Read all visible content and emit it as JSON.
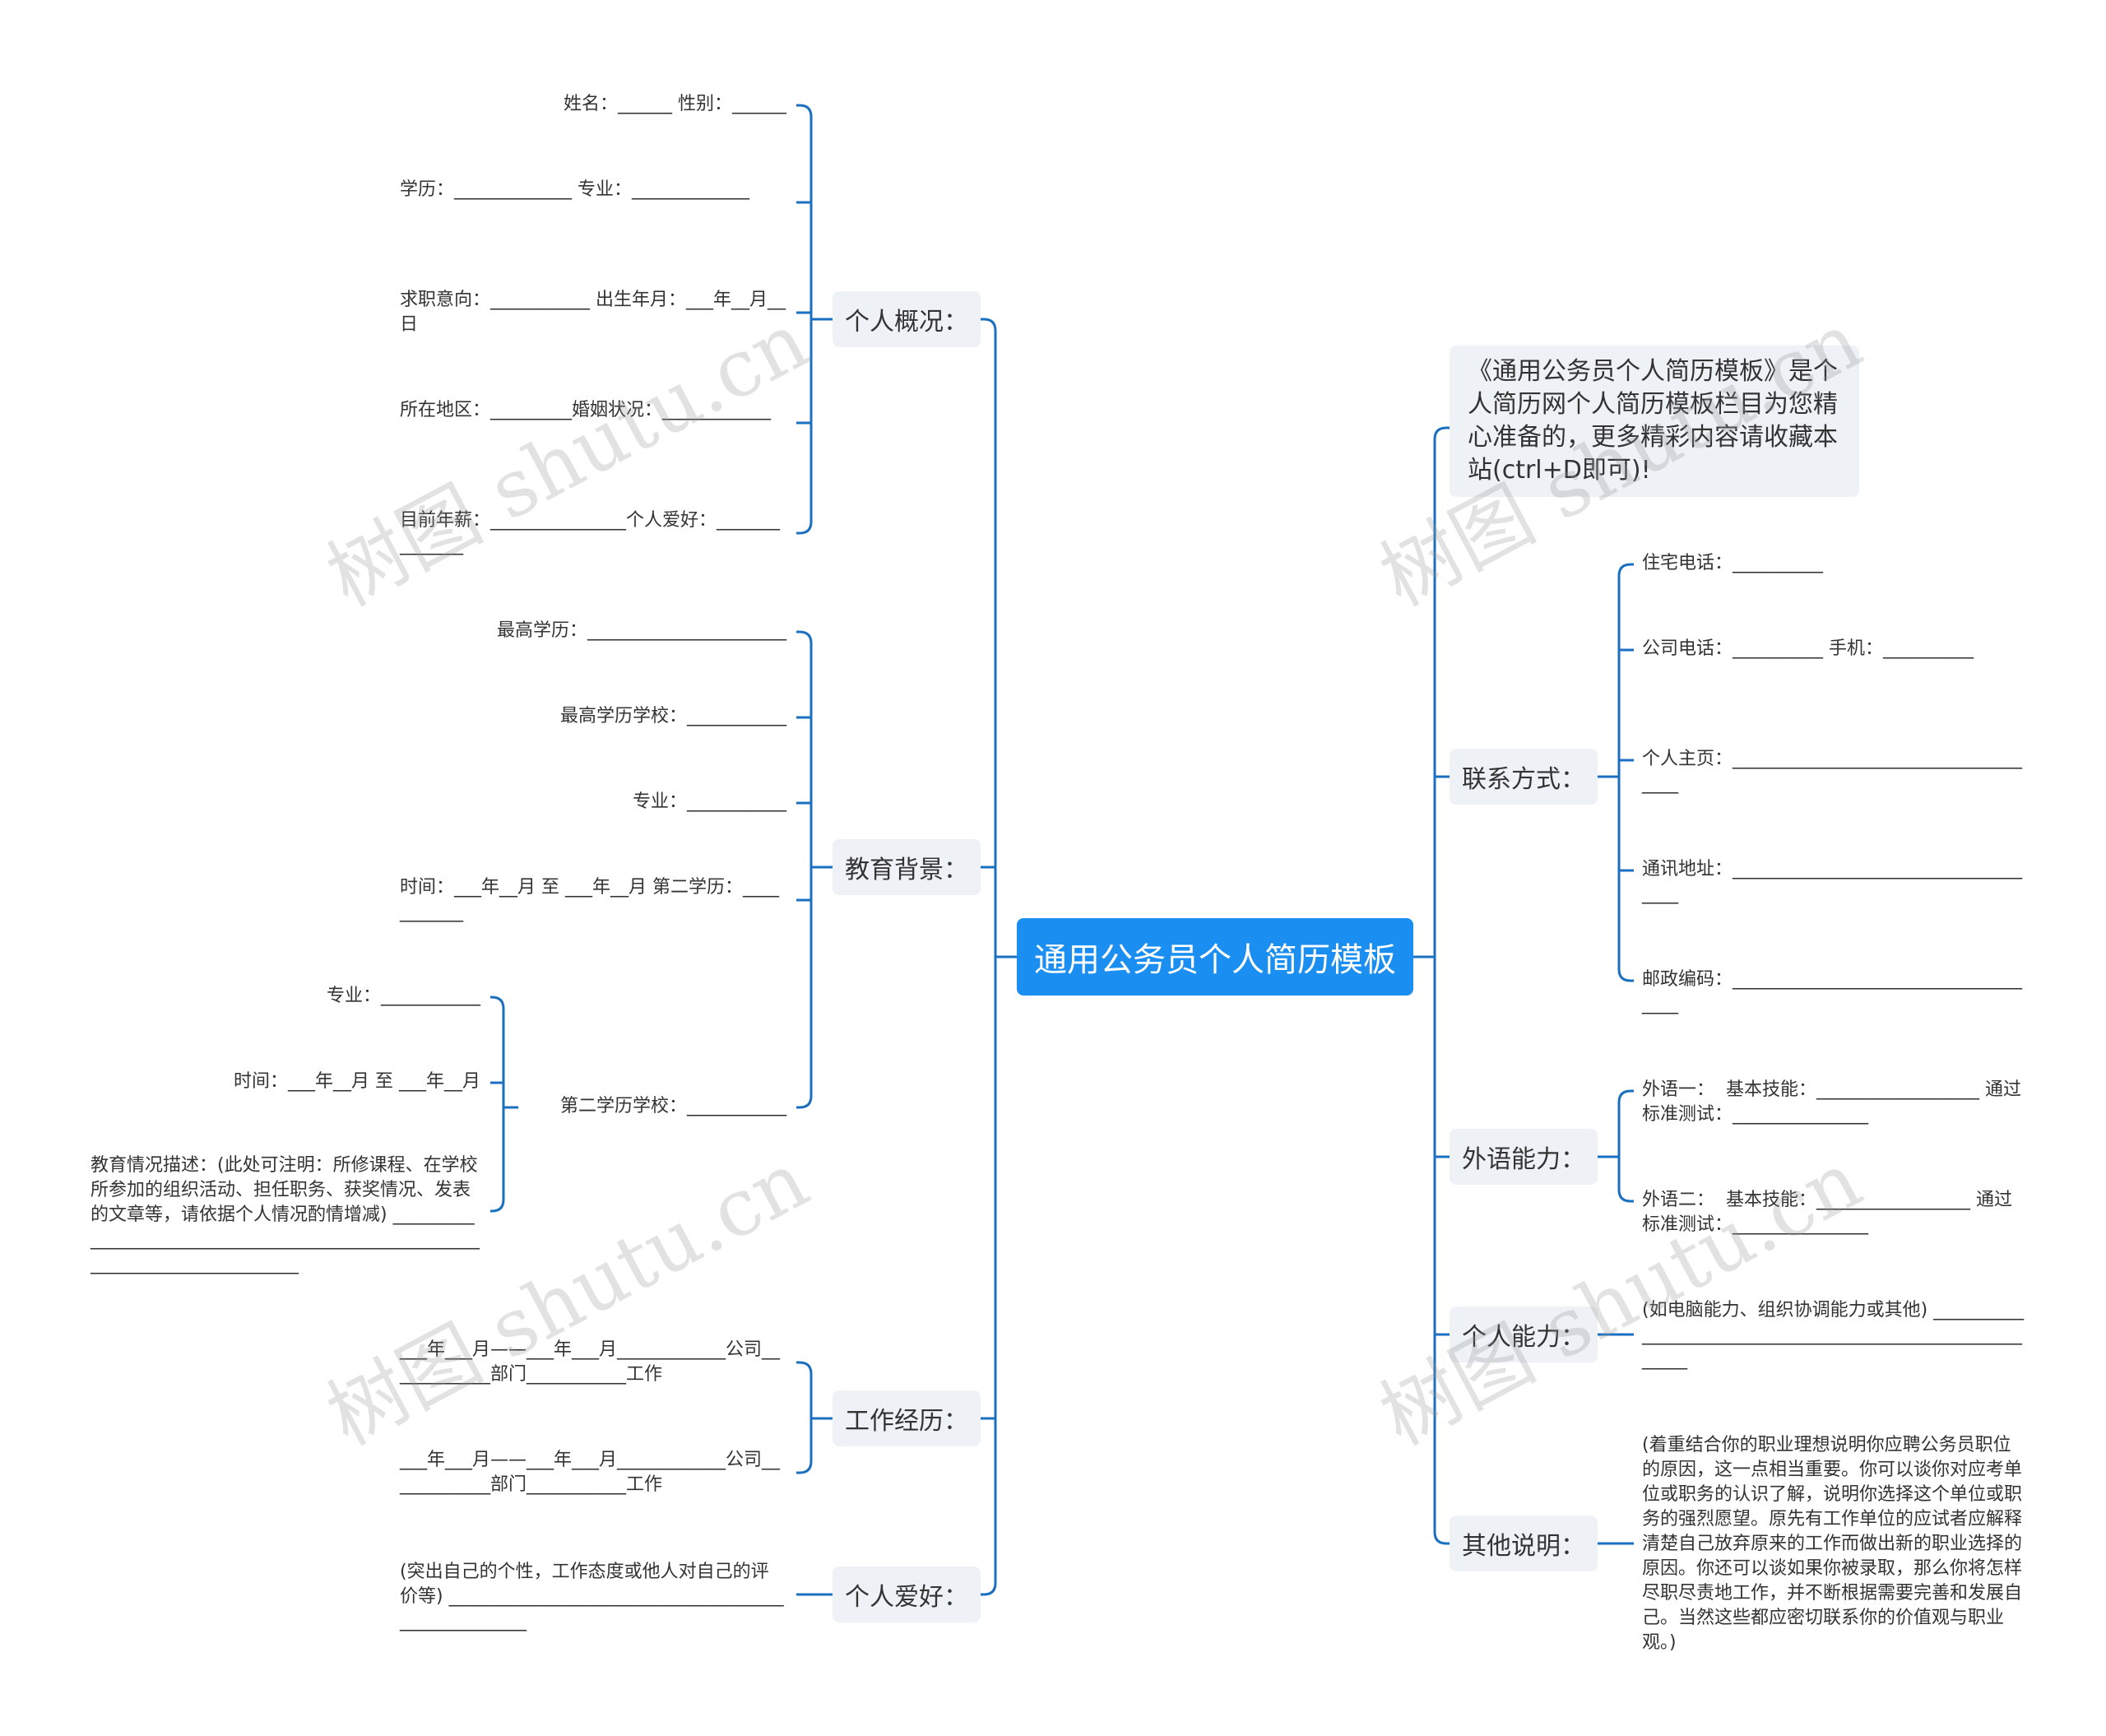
{
  "root": {
    "label": "通用公务员个人简历模板"
  },
  "left": [
    {
      "label": "个人概况：",
      "leaves": [
        "姓名：______ 性别：______",
        "学历：_____________ 专业：_____________",
        "求职意向：___________ 出生年月：___年__月__日",
        "所在地区：_________婚姻状况：____________",
        "目前年薪：_______________个人爱好：______________"
      ]
    },
    {
      "label": "教育背景：",
      "leaves": [
        "最高学历：______________________",
        "最高学历学校：___________",
        "专业：___________",
        "时间：___年__月 至 ___年__月 第二学历：___________",
        "第二学历学校：___________"
      ],
      "sub": {
        "parent": "第二学历学校：___________",
        "leaves": [
          "专业：___________",
          "时间：___年__月 至 ___年__月",
          "教育情况描述：(此处可注明：所修课程、在学校所参加的组织活动、担任职务、获奖情况、发表的文章等，请依据个人情况酌情增减) ___________________________________________________________________________"
        ]
      }
    },
    {
      "label": "工作经历：",
      "leaves": [
        "___年___月——___年___月____________公司____________部门___________工作",
        "___年___月——___年___月____________公司____________部门___________工作"
      ]
    },
    {
      "label": "个人爱好：",
      "leaves": [
        "(突出自己的个性，工作态度或他人对自己的评价等) ___________________________________________________"
      ]
    }
  ],
  "right": [
    {
      "label": "《通用公务员个人简历模板》是个人简历网个人简历模板栏目为您精心准备的，更多精彩内容请收藏本站(ctrl+D即可)!"
    },
    {
      "label": "联系方式：",
      "leaves": [
        "住宅电话：__________",
        "公司电话：__________ 手机：__________",
        "个人主页：____________________________________",
        "通讯地址：____________________________________",
        "邮政编码：____________________________________"
      ]
    },
    {
      "label": "外语能力：",
      "leaves": [
        "外语一：  基本技能：__________________ 通过标准测试：_______________",
        "外语二：  基本技能：_________________ 通过标准测试：_______________"
      ]
    },
    {
      "label": "个人能力：",
      "leaves": [
        "(如电脑能力、组织协调能力或其他) _________________________________________________________"
      ]
    },
    {
      "label": "其他说明：",
      "leaves": [
        "(着重结合你的职业理想说明你应聘公务员职位的原因，这一点相当重要。你可以谈你对应考单位或职务的认识了解，说明你选择这个单位或职务的强烈愿望。原先有工作单位的应试者应解释清楚自己放弃原来的工作而做出新的职业选择的原因。你还可以谈如果你被录取，那么你将怎样尽职尽责地工作，并不断根据需要完善和发展自己。当然这些都应密切联系你的价值观与职业观。)"
      ]
    }
  ],
  "watermark": {
    "text": "树图 shutu.cn"
  },
  "style": {
    "line_color": "#1a6fc0",
    "root_color": "#1b8ef2",
    "branch_bg": "#eef1f5"
  }
}
